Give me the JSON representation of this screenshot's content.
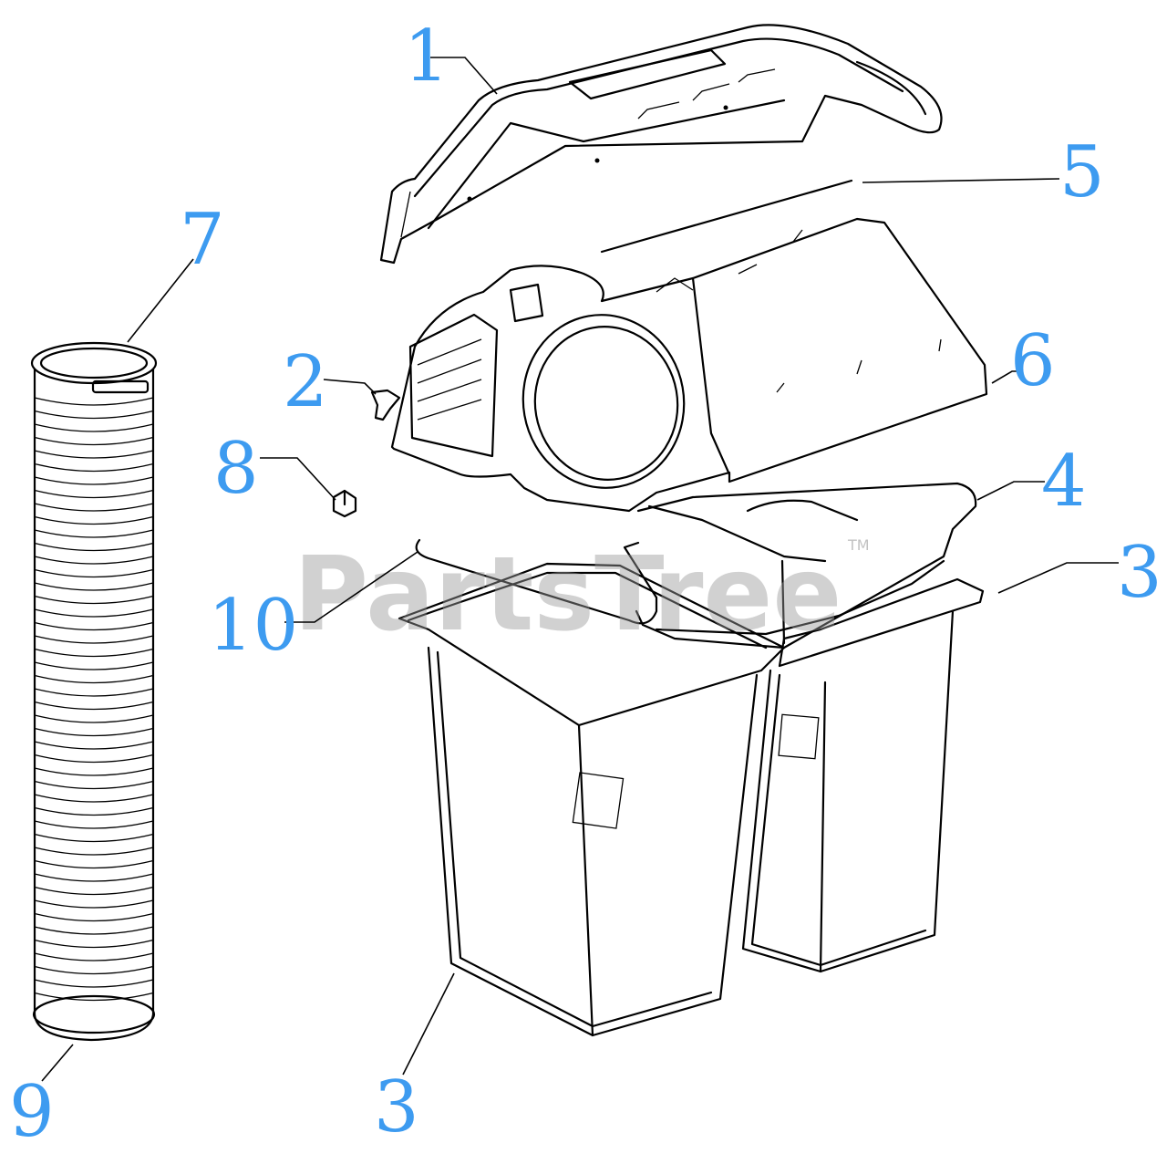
{
  "watermark": {
    "text": "PartsTree",
    "tm": "TM"
  },
  "callouts": [
    {
      "id": "1",
      "label": "1"
    },
    {
      "id": "2",
      "label": "2"
    },
    {
      "id": "3a",
      "label": "3"
    },
    {
      "id": "3b",
      "label": "3"
    },
    {
      "id": "4",
      "label": "4"
    },
    {
      "id": "5",
      "label": "5"
    },
    {
      "id": "6",
      "label": "6"
    },
    {
      "id": "7",
      "label": "7"
    },
    {
      "id": "8",
      "label": "8"
    },
    {
      "id": "9",
      "label": "9"
    },
    {
      "id": "10",
      "label": "10"
    }
  ],
  "colors": {
    "callout": "#3d9bf0",
    "linework": "#000000",
    "watermark": "#9a9a9a"
  }
}
